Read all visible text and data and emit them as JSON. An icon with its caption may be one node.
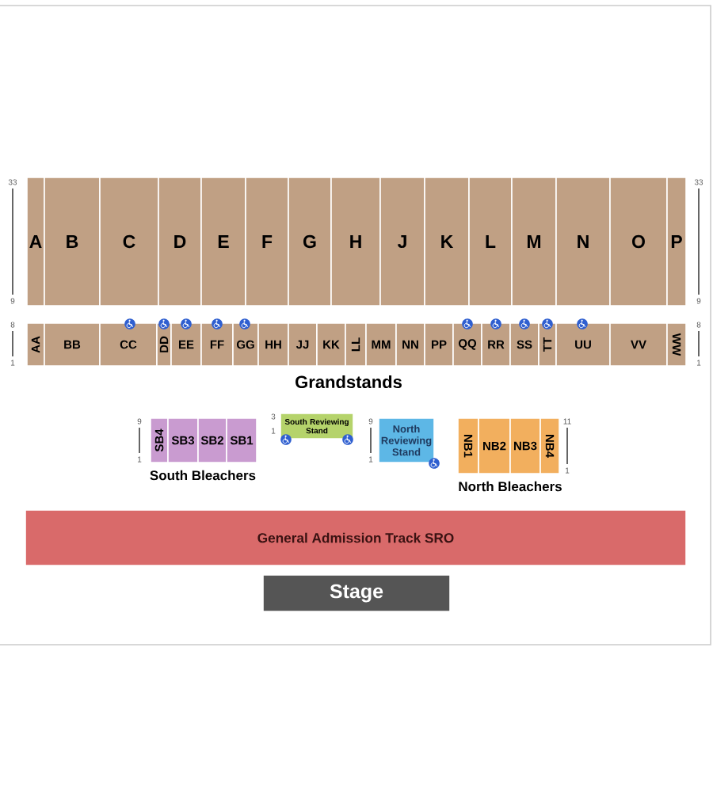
{
  "diagram": {
    "nodes": [
      {
        "text": [
          "A"
        ]
      },
      {
        "text": [
          "B"
        ]
      },
      {
        "text": [
          "C"
        ]
      },
      {
        "text": [
          "D"
        ]
      },
      {
        "text": [
          "E"
        ]
      },
      {
        "text": [
          "F"
        ]
      },
      {
        "text": [
          "G"
        ]
      },
      {
        "text": [
          "H"
        ]
      },
      {
        "text": [
          "J"
        ]
      },
      {
        "text": [
          "K"
        ]
      },
      {
        "text": [
          "L"
        ]
      },
      {
        "text": [
          "M"
        ]
      },
      {
        "text": [
          "N"
        ]
      },
      {
        "text": [
          "O"
        ]
      },
      {
        "text": [
          "P"
        ]
      },
      {
        "text": [
          "AA"
        ]
      },
      {
        "text": [
          "BB"
        ]
      },
      {
        "text": [
          "CC"
        ]
      },
      {
        "text": [
          "DD"
        ]
      },
      {
        "text": [
          "EE"
        ]
      },
      {
        "text": [
          "FF"
        ]
      },
      {
        "text": [
          "GG"
        ]
      },
      {
        "text": [
          "HH"
        ]
      },
      {
        "text": [
          "JJ"
        ]
      },
      {
        "text": [
          "KK"
        ]
      },
      {
        "text": [
          "LL"
        ]
      },
      {
        "text": [
          "MM"
        ]
      },
      {
        "text": [
          "NN"
        ]
      },
      {
        "text": [
          "PP"
        ]
      },
      {
        "text": [
          "QQ"
        ]
      },
      {
        "text": [
          "RR"
        ]
      },
      {
        "text": [
          "SS"
        ]
      },
      {
        "text": [
          "TT"
        ]
      },
      {
        "text": [
          "UU"
        ]
      },
      {
        "text": [
          "VV"
        ]
      },
      {
        "text": [
          "WW"
        ]
      },
      {
        "text": [
          "SB4"
        ]
      },
      {
        "text": [
          "SB3"
        ]
      },
      {
        "text": [
          "SB2"
        ]
      },
      {
        "text": [
          "SB1"
        ]
      },
      {
        "text": [
          "South Reviewing Stand"
        ],
        "beside": [
          "3",
          "1"
        ]
      },
      {
        "text": [
          "North Reviewing Stand"
        ],
        "beside": [
          "9",
          "1"
        ]
      },
      {
        "text": [
          "NB1"
        ]
      },
      {
        "text": [
          "NB2"
        ]
      },
      {
        "text": [
          "NB3"
        ]
      },
      {
        "text": [
          "NB4"
        ]
      },
      {
        "text": [
          "General Admission Track SRO"
        ]
      },
      {
        "text": [
          "Stage"
        ]
      }
    ],
    "labels": [
      "33",
      "9",
      "33",
      "9",
      "8",
      "1",
      "8",
      "1",
      "Grandstands",
      "9",
      "1",
      "11",
      "1",
      "South Bleachers",
      "North Bleachers"
    ]
  }
}
